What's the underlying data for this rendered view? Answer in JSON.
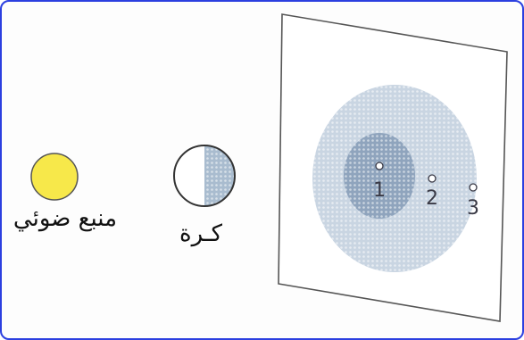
{
  "labels": {
    "light_source": "منبع ضوئي",
    "ball": "كـرة",
    "point_1": "1",
    "point_2": "2",
    "point_3": "3"
  },
  "colors": {
    "frame_border": "#2b3fe0",
    "light_source": "#f7e84a",
    "umbra": "#8fa4bd",
    "penumbra": "#c9d5e2",
    "screen_stroke": "#555555"
  }
}
